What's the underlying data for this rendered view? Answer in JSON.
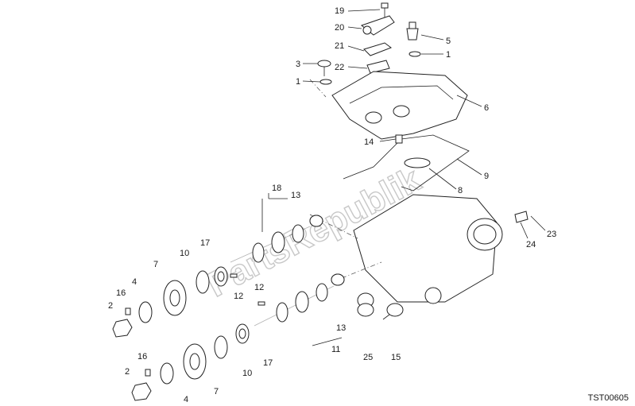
{
  "drawing": {
    "code": "TST00605",
    "watermark": "PartsRepublik"
  },
  "labels": [
    "19",
    "20",
    "21",
    "22",
    "3",
    "1",
    "5",
    "1",
    "6",
    "14",
    "9",
    "8",
    "18",
    "13",
    "7",
    "10",
    "17",
    "12",
    "16",
    "4",
    "2",
    "12",
    "13",
    "11",
    "25",
    "15",
    "16",
    "2",
    "4",
    "7",
    "10",
    "17",
    "24",
    "23"
  ]
}
